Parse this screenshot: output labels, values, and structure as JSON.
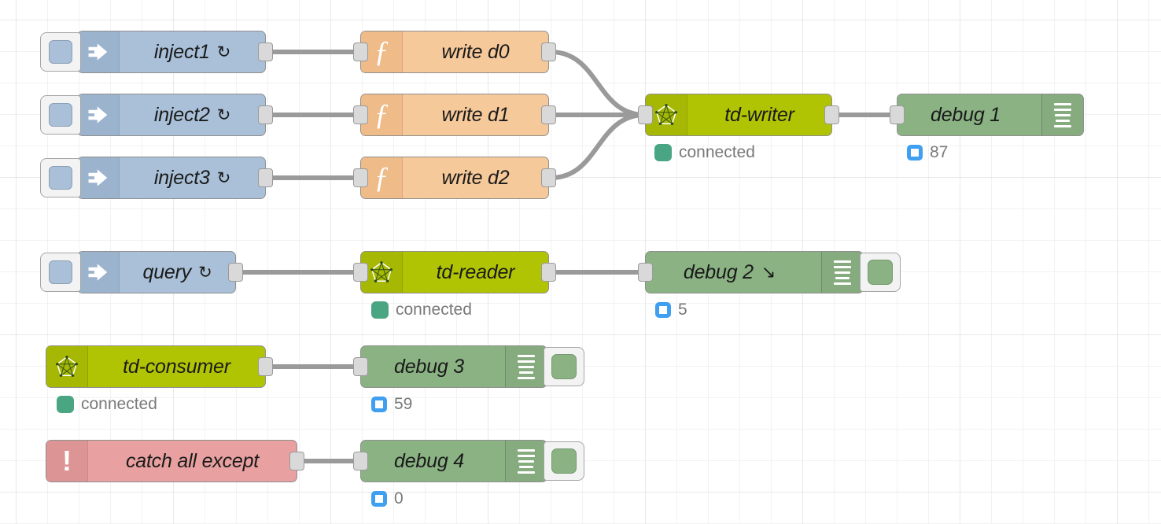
{
  "canvas": {
    "title": "Node-RED flow editor canvas",
    "grid_size": 40,
    "background": "#ffffff"
  },
  "palette": {
    "inject": "#a9c0d8",
    "function": "#f6c99a",
    "taosdata": "#b0c404",
    "debug": "#8ab283",
    "catch": "#e8a0a0",
    "wire": "#9a9a9a",
    "status_connected": "#4aa583",
    "count_badge": "#3f9ff0"
  },
  "nodes": {
    "inject1": {
      "label": "inject1",
      "repeat": "↻",
      "icon": "inject-arrow-icon"
    },
    "inject2": {
      "label": "inject2",
      "repeat": "↻",
      "icon": "inject-arrow-icon"
    },
    "inject3": {
      "label": "inject3",
      "repeat": "↻",
      "icon": "inject-arrow-icon"
    },
    "query": {
      "label": "query",
      "repeat": "↻",
      "icon": "inject-arrow-icon"
    },
    "write_d0": {
      "label": "write d0",
      "icon": "function-f-icon"
    },
    "write_d1": {
      "label": "write d1",
      "icon": "function-f-icon"
    },
    "write_d2": {
      "label": "write d2",
      "icon": "function-f-icon"
    },
    "td_writer": {
      "label": "td-writer",
      "icon": "taos-star-icon",
      "status": "connected"
    },
    "td_reader": {
      "label": "td-reader",
      "icon": "taos-star-icon",
      "status": "connected"
    },
    "td_consumer": {
      "label": "td-consumer",
      "icon": "taos-star-icon",
      "status": "connected"
    },
    "catch_all": {
      "label": "catch all except",
      "icon": "exclamation-icon"
    },
    "debug1": {
      "label": "debug 1",
      "count": "87",
      "marker": ""
    },
    "debug2": {
      "label": "debug 2",
      "count": "5",
      "marker": "↘"
    },
    "debug3": {
      "label": "debug 3",
      "count": "59",
      "marker": ""
    },
    "debug4": {
      "label": "debug 4",
      "count": "0",
      "marker": ""
    }
  }
}
